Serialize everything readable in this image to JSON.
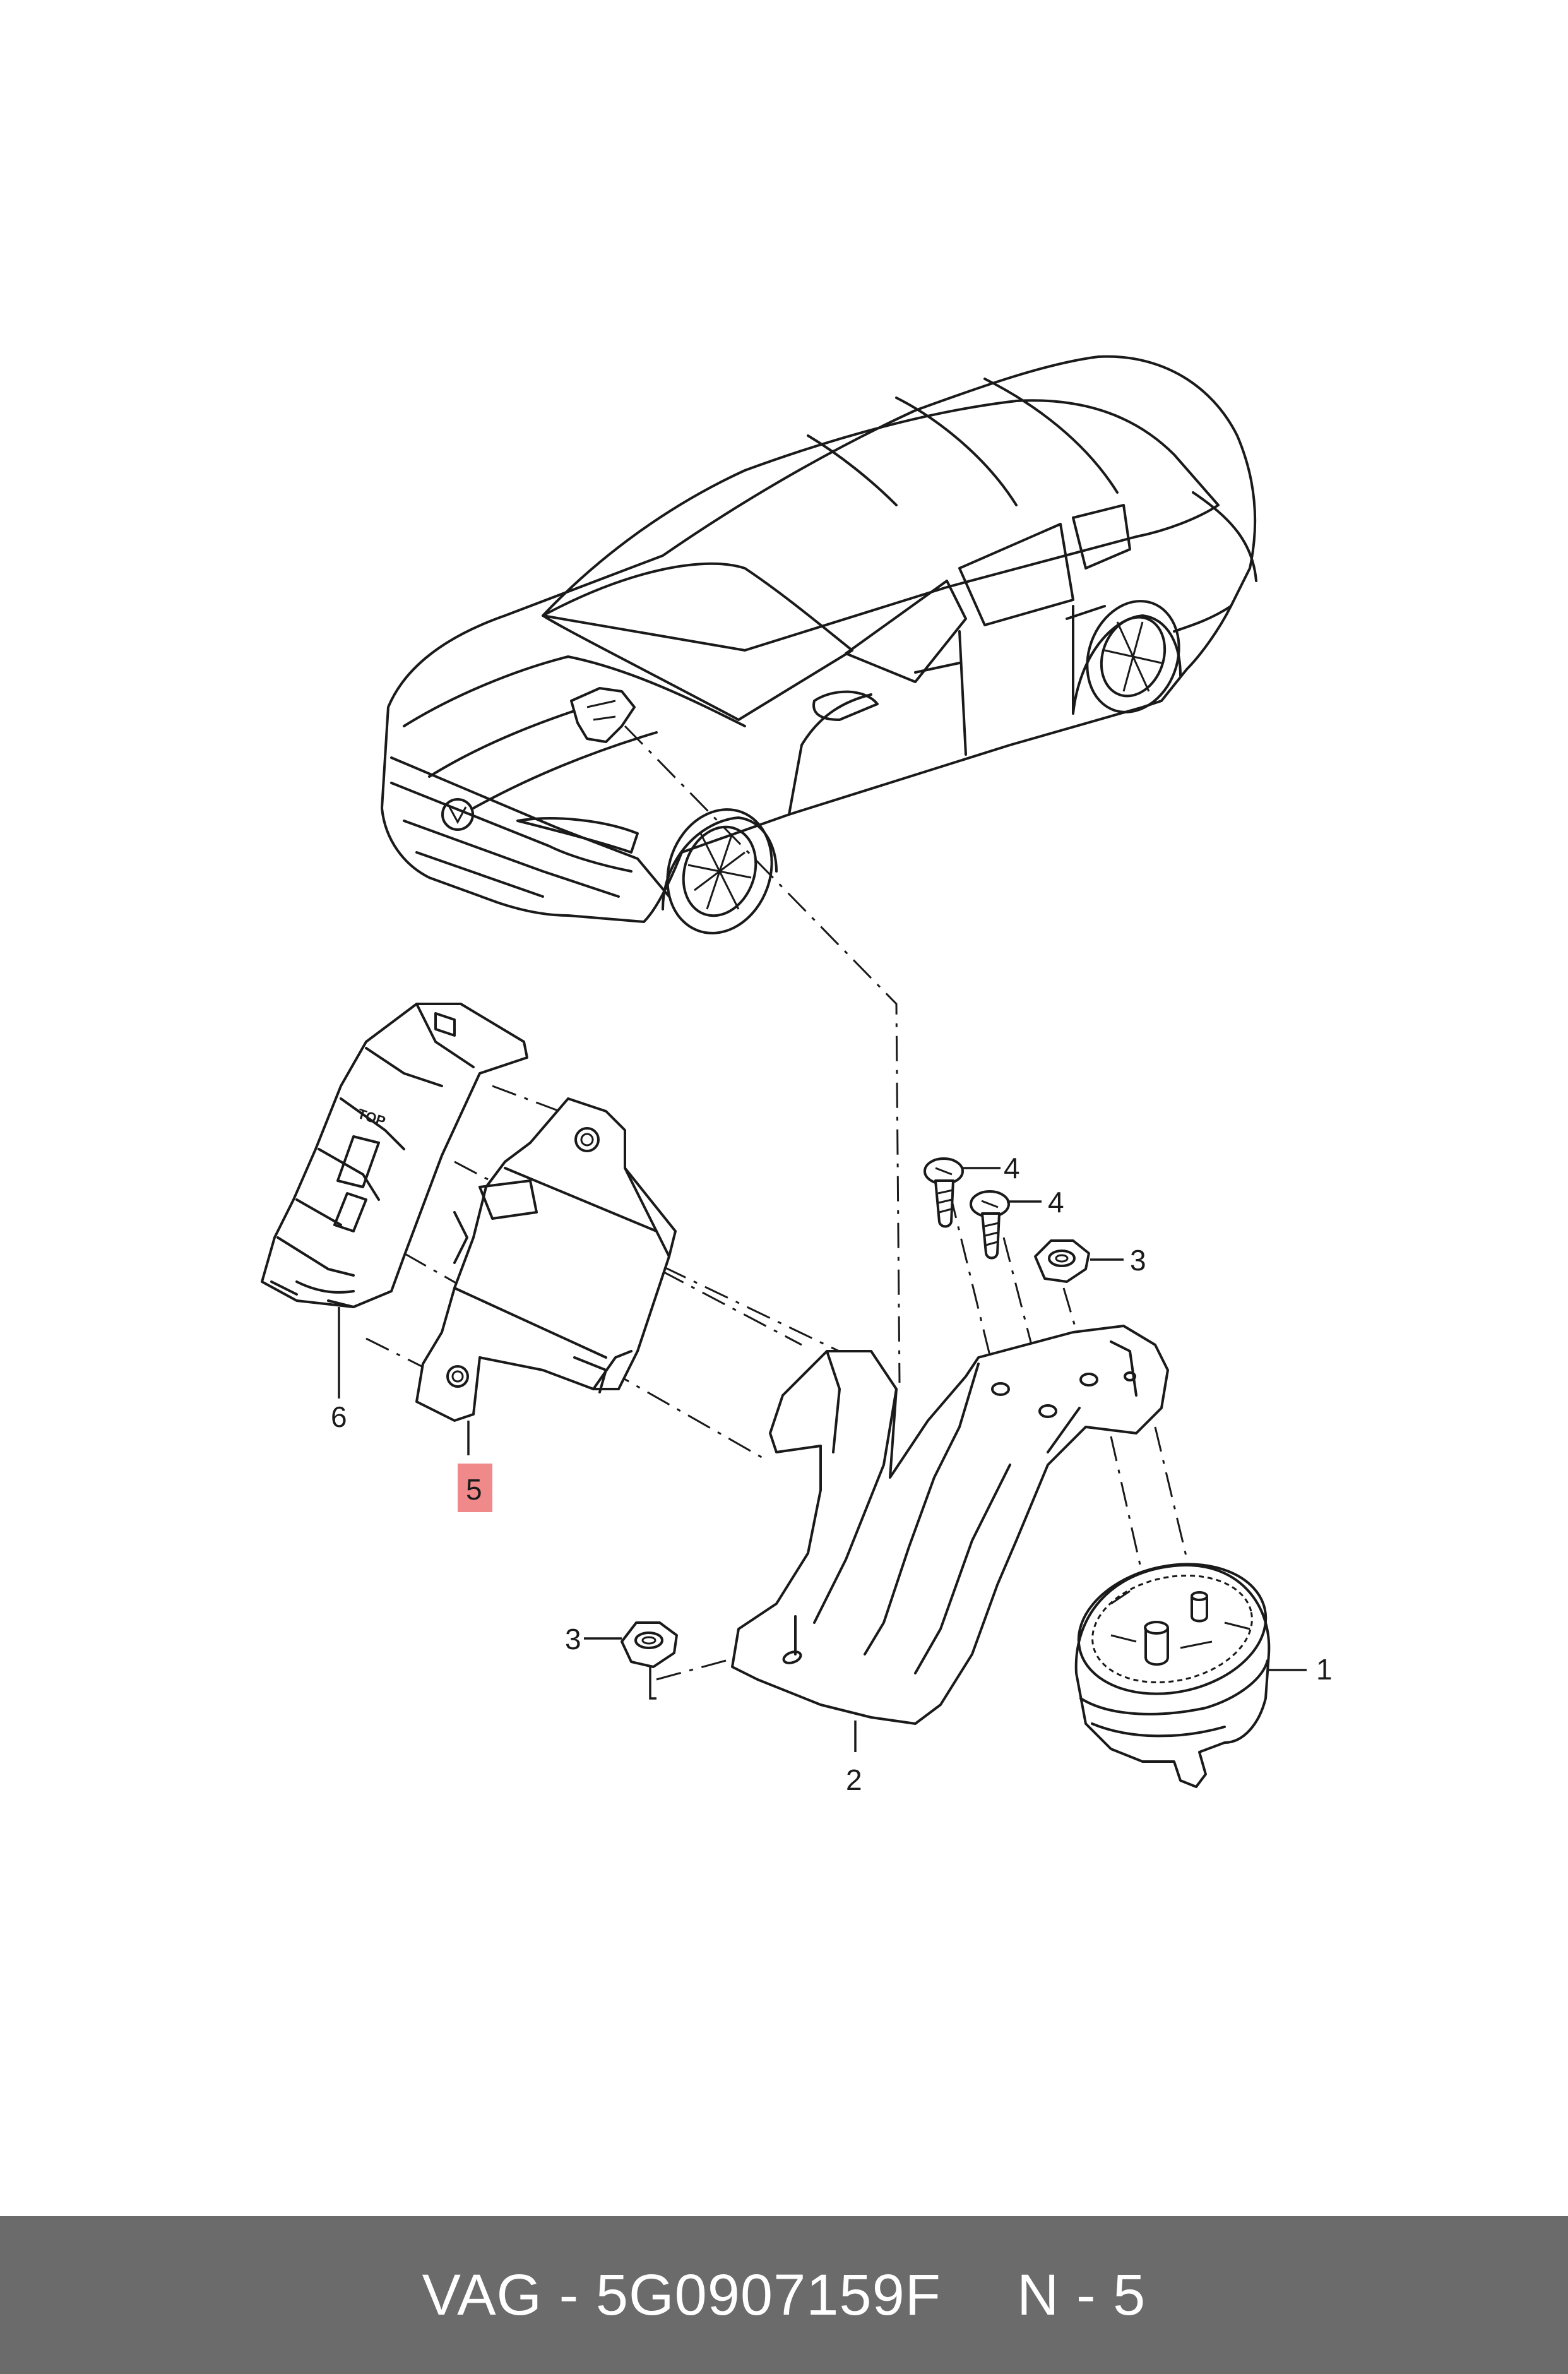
{
  "diagram": {
    "callouts": [
      {
        "id": "1",
        "label": "1"
      },
      {
        "id": "2",
        "label": "2"
      },
      {
        "id": "3a",
        "label": "3"
      },
      {
        "id": "3b",
        "label": "3"
      },
      {
        "id": "4a",
        "label": "4"
      },
      {
        "id": "4b",
        "label": "4"
      },
      {
        "id": "5",
        "label": "5",
        "highlighted": true
      },
      {
        "id": "6",
        "label": "6"
      }
    ],
    "part_stamp": "TOP",
    "highlight_color": "#f08a8a"
  },
  "footer": {
    "part_ref": "VAG - 5G0907159F",
    "position_ref": "N - 5"
  },
  "colors": {
    "footer_bg": "#6b6b6b",
    "line": "#1a1a1a"
  }
}
